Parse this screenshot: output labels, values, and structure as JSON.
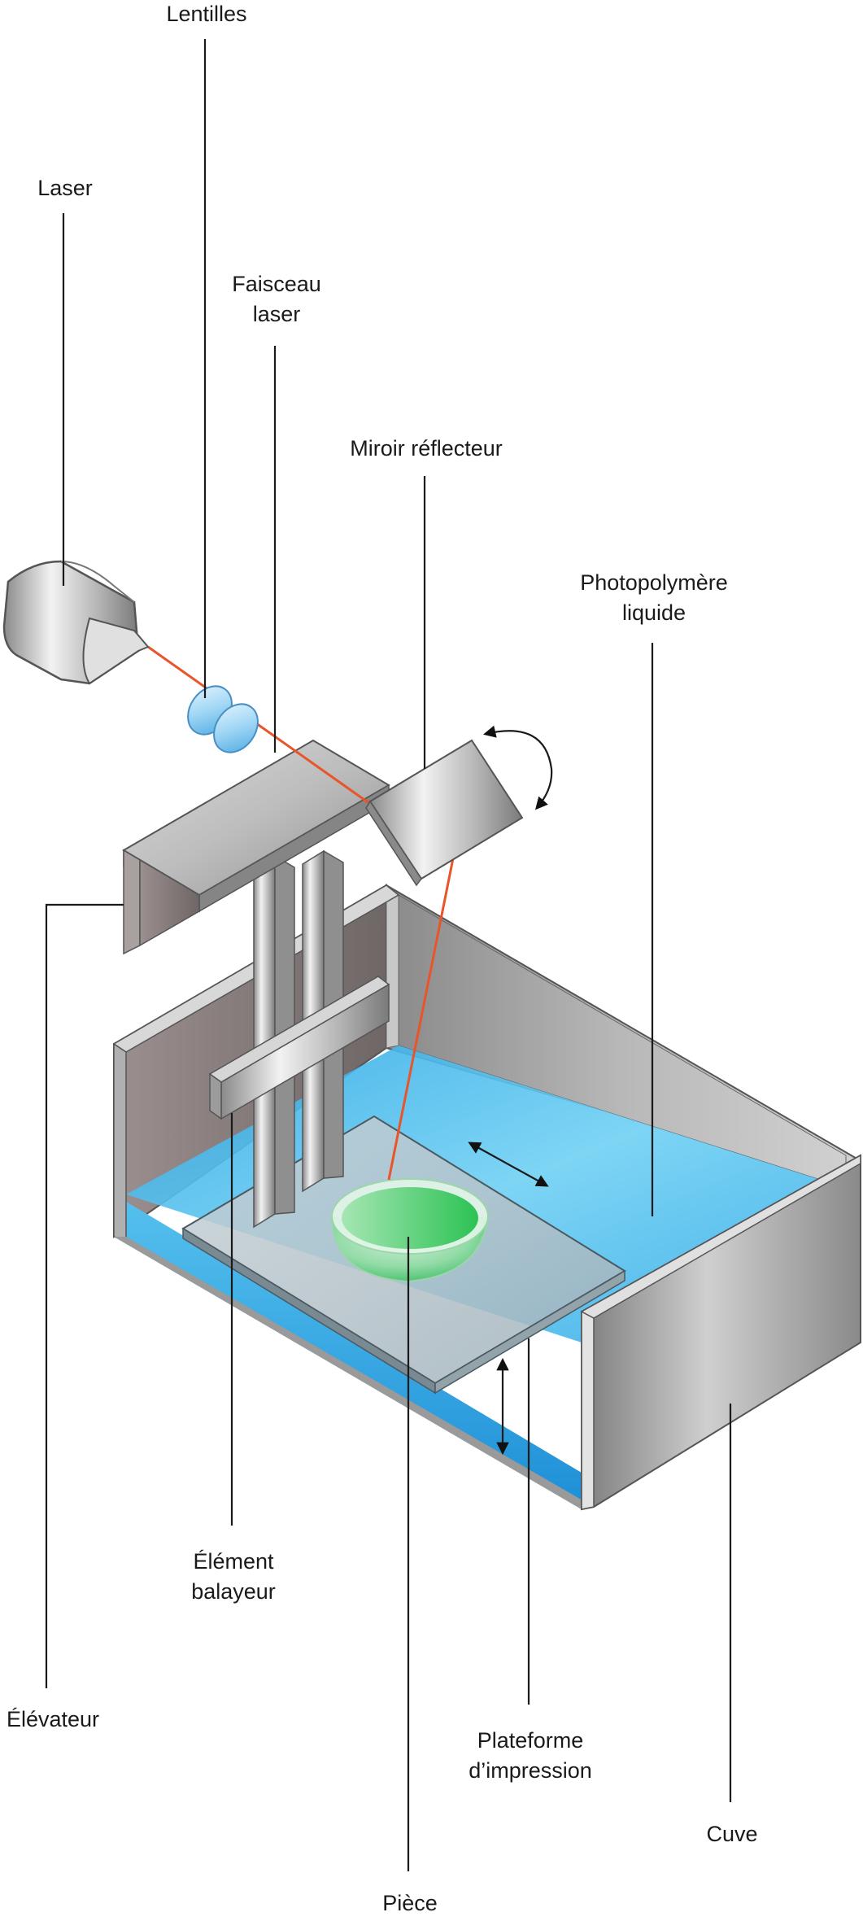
{
  "labels": {
    "lentilles": "Lentilles",
    "laser": "Laser",
    "faisceau_line1": "Faisceau",
    "faisceau_line2": "laser",
    "miroir": "Miroir réflecteur",
    "photopolymere_line1": "Photopolymère",
    "photopolymere_line2": "liquide",
    "element_line1": "Élément",
    "element_line2": "balayeur",
    "elevateur": "Élévateur",
    "plateforme_line1": "Plateforme",
    "plateforme_line2": "d’impression",
    "cuve": "Cuve",
    "piece": "Pièce"
  },
  "colors": {
    "laser_beam": "#e8552a",
    "liquid": "#4fc3ec",
    "part": "#3cc65a",
    "metal": "#9a9a9a"
  },
  "icons": [
    "rotation-arrow-icon",
    "horizontal-arrow-icon",
    "vertical-arrow-icon"
  ]
}
